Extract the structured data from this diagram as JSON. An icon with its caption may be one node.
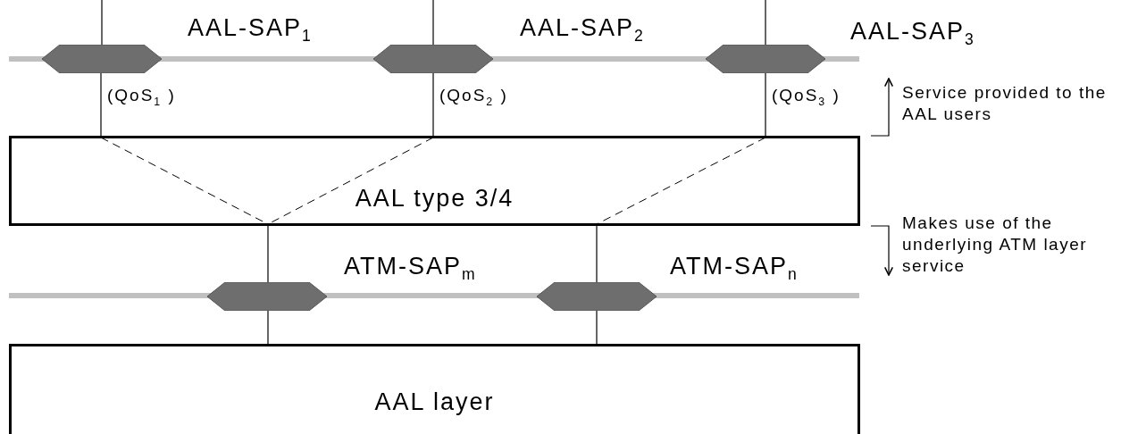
{
  "diagram": {
    "nodes": [
      {
        "text": [],
        "shape": "hexagon",
        "beside": [
          "AAL-SAP$_{1}$"
        ]
      },
      {
        "text": [],
        "shape": "hexagon",
        "beside": [
          "AAL-SAP$_{2}$"
        ]
      },
      {
        "text": [],
        "shape": "hexagon",
        "beside": [
          "AAL-SAP$_{3}$"
        ]
      },
      {
        "text": [
          "AAL type 3/4"
        ]
      },
      {
        "text": [],
        "shape": "hexagon",
        "beside": [
          "ATM-SAP$_{m}$"
        ]
      },
      {
        "text": [],
        "shape": "hexagon",
        "beside": [
          "ATM-SAP$_{n}$"
        ]
      },
      {
        "text": [
          "AAL layer"
        ]
      }
    ],
    "edges": [
      {
        "from": 0,
        "to": 3,
        "arrow": "none",
        "label": "(QoS$_{1}$ )"
      },
      {
        "from": 1,
        "to": 3,
        "arrow": "none",
        "label": "(QoS$_{2}$ )"
      },
      {
        "from": 2,
        "to": 3,
        "arrow": "none",
        "label": "(QoS$_{3}$ )"
      },
      {
        "from": 3,
        "to": 4,
        "arrow": "none"
      },
      {
        "from": 3,
        "to": 5,
        "arrow": "none"
      },
      {
        "from": 4,
        "to": 6,
        "arrow": "none"
      },
      {
        "from": 5,
        "to": 6,
        "arrow": "none"
      }
    ],
    "labels": [
      "Service provided to the AAL users",
      "Makes use of the underlying ATM layer service"
    ]
  }
}
